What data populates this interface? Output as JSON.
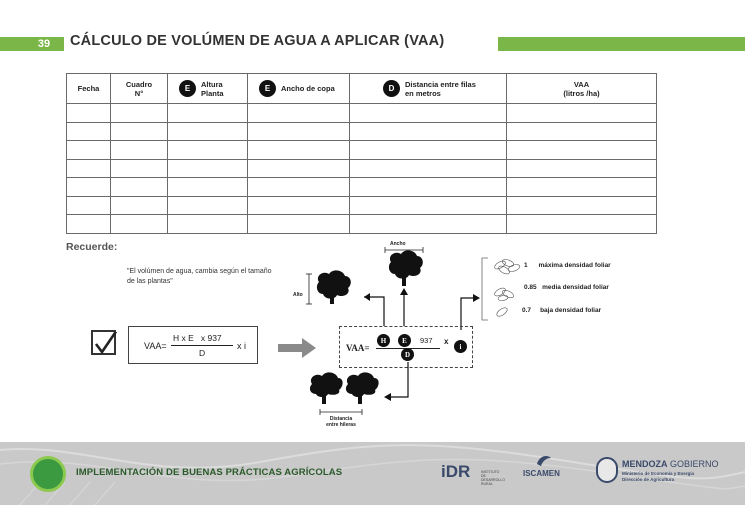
{
  "header": {
    "page_number": "39",
    "title": "CÁLCULO DE VOLÚMEN DE AGUA A APLICAR (VAA)",
    "accent_color": "#7ab648"
  },
  "table": {
    "columns": [
      {
        "label": "Fecha",
        "badge": ""
      },
      {
        "label": "Cuadro\nN°",
        "badge": ""
      },
      {
        "label": "Altura\nPlanta",
        "badge": "E"
      },
      {
        "label": "Ancho de copa",
        "badge": "E"
      },
      {
        "label": "Distancia entre filas\nen metros",
        "badge": "D"
      },
      {
        "label": "VAA\n(litros /ha)",
        "badge": ""
      }
    ],
    "empty_rows": 7
  },
  "recuerde": {
    "label": "Recuerde:",
    "quote": "\"El volúmen de agua, cambia según el tamaño de las plantas\""
  },
  "formula": {
    "lhs": "VAA=",
    "numerator": "H x E   x 937",
    "denominator": "D",
    "suffix": "x i"
  },
  "diagram": {
    "label_ancho": "Ancho",
    "label_alto": "Alto",
    "label_distancia": "Distancia\nentre hileras",
    "formula_lhs": "VAA=",
    "formula_937": "937",
    "formula_x": "x",
    "badge_h": "H",
    "badge_e": "E",
    "badge_d": "D",
    "badge_i": "i",
    "densities": [
      {
        "value": "1",
        "label": "máxima densidad foliar"
      },
      {
        "value": "0.85",
        "label": "media densidad foliar"
      },
      {
        "value": "0.7",
        "label": "baja densidad foliar"
      }
    ]
  },
  "footer": {
    "title": "IMPLEMENTACIÓN DE BUENAS PRÁCTICAS AGRÍCOLAS",
    "idr": "iDR",
    "idr_small": "INSTITUTO DE DESARROLLO RURAL",
    "iscamen": "ISCAMEN",
    "mendoza_bold": "MENDOZA",
    "mendoza_rest": " GOBIERNO",
    "ministry": "Ministerio de Economía y Energía",
    "direction": "Dirección de Agricultura"
  }
}
